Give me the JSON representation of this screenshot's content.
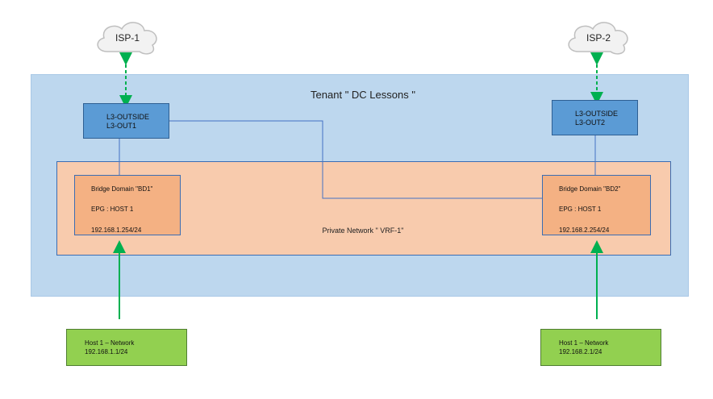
{
  "tenant": {
    "title": "Tenant \" DC Lessons \""
  },
  "vrf": {
    "label": "Private Network  \" VRF-1\""
  },
  "isp": [
    {
      "label": "ISP-1"
    },
    {
      "label": "ISP-2"
    }
  ],
  "l3out": [
    {
      "line1": "L3-OUTSIDE",
      "line2": "L3-OUT1"
    },
    {
      "line1": "L3-OUTSIDE",
      "line2": "L3-OUT2"
    }
  ],
  "bridge_domains": [
    {
      "name": "Bridge Domain \"BD1\"",
      "epg": "EPG : HOST 1",
      "gateway": "192.168.1.254/24"
    },
    {
      "name": "Bridge Domain \"BD2\"",
      "epg": "EPG : HOST 1",
      "gateway": "192.168.2.254/24"
    }
  ],
  "hosts": [
    {
      "line1": "Host 1 – Network",
      "line2": "192.168.1.1/24"
    },
    {
      "line1": "Host 1 – Network",
      "line2": "192.168.2.1/24"
    }
  ],
  "colors": {
    "tenant": "#bdd7ee",
    "vrf": "#f8cbad",
    "bridge_domain": "#f4b183",
    "l3out": "#5b9bd5",
    "host": "#92d050",
    "arrow": "#00b050",
    "link": "#4472c4"
  }
}
